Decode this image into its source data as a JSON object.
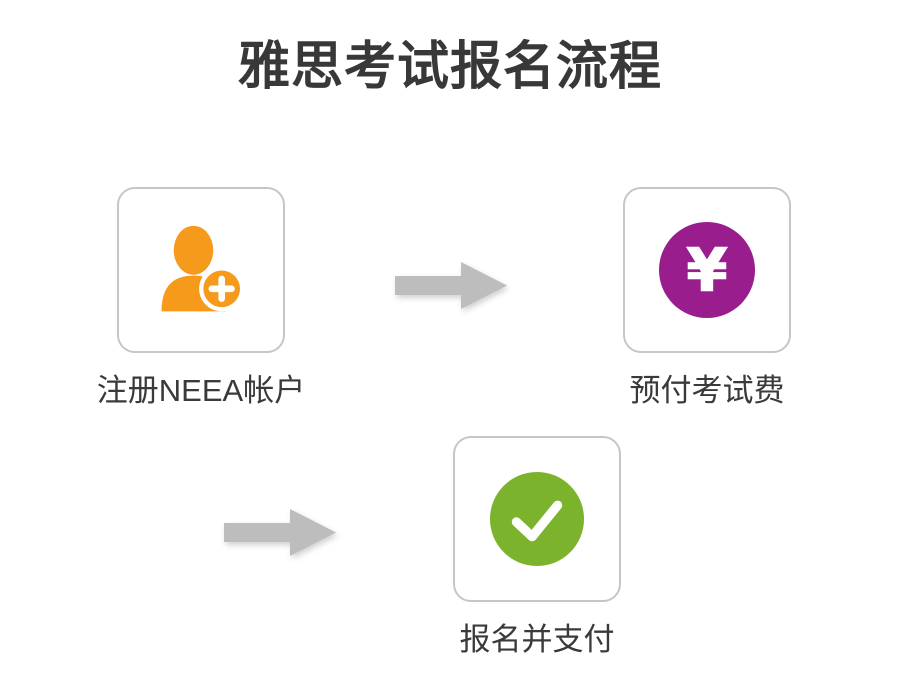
{
  "page": {
    "background": "#ffffff"
  },
  "title": {
    "text": "雅思考试报名流程",
    "color": "#383838"
  },
  "flow": {
    "steps": [
      {
        "label": "注册NEEA帐户",
        "icon": "add-user-icon",
        "color": "#F59A1B"
      },
      {
        "label": "预付考试费",
        "icon": "yen-coin-icon",
        "color": "#9A1D8E",
        "glyph": "¥"
      },
      {
        "label": "报名并支付",
        "icon": "check-circle-icon",
        "color": "#7CB32C"
      }
    ],
    "arrow_color": "#BDBDBD",
    "box_border_color": "#C6C6C6",
    "label_color": "#3A3A3A",
    "icon_foreground": "#FFFFFF"
  }
}
